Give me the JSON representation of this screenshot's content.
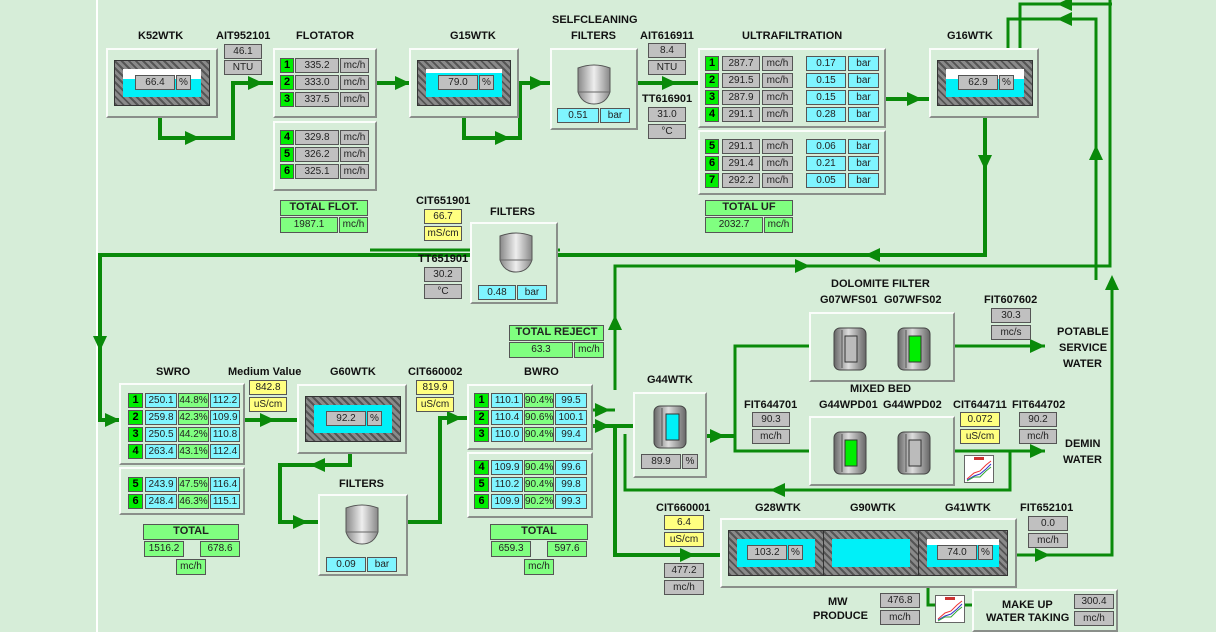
{
  "flotator_section": {
    "k52wtk": {
      "title": "K52WTK",
      "level": "66.4",
      "unit": "%"
    },
    "ait952101": {
      "title": "AIT952101",
      "value": "46.1",
      "unit": "NTU"
    },
    "flotator": {
      "title": "FLOTATOR",
      "rows": [
        {
          "n": "1",
          "v": "335.2",
          "u": "mc/h"
        },
        {
          "n": "2",
          "v": "333.0",
          "u": "mc/h"
        },
        {
          "n": "3",
          "v": "337.5",
          "u": "mc/h"
        },
        {
          "n": "4",
          "v": "329.8",
          "u": "mc/h"
        },
        {
          "n": "5",
          "v": "326.2",
          "u": "mc/h"
        },
        {
          "n": "6",
          "v": "325.1",
          "u": "mc/h"
        }
      ],
      "total_label": "TOTAL FLOT.",
      "total_value": "1987.1",
      "total_unit": "mc/h"
    }
  },
  "g15wtk": {
    "title": "G15WTK",
    "level": "79.0",
    "unit": "%"
  },
  "selfcleaning": {
    "title1": "SELFCLEANING",
    "title2": "FILTERS",
    "value": "0.51",
    "unit": "bar"
  },
  "ait616911": {
    "title": "AIT616911",
    "value": "8.4",
    "unit": "NTU"
  },
  "tt616901": {
    "title": "TT616901",
    "value": "31.0",
    "unit": "°C"
  },
  "uf": {
    "title": "ULTRAFILTRATION",
    "rows": [
      {
        "n": "1",
        "v": "287.7",
        "u": "mc/h",
        "p": "0.17",
        "pu": "bar"
      },
      {
        "n": "2",
        "v": "291.5",
        "u": "mc/h",
        "p": "0.15",
        "pu": "bar"
      },
      {
        "n": "3",
        "v": "287.9",
        "u": "mc/h",
        "p": "0.15",
        "pu": "bar"
      },
      {
        "n": "4",
        "v": "291.1",
        "u": "mc/h",
        "p": "0.28",
        "pu": "bar"
      },
      {
        "n": "5",
        "v": "291.1",
        "u": "mc/h",
        "p": "0.06",
        "pu": "bar"
      },
      {
        "n": "6",
        "v": "291.4",
        "u": "mc/h",
        "p": "0.21",
        "pu": "bar"
      },
      {
        "n": "7",
        "v": "292.2",
        "u": "mc/h",
        "p": "0.05",
        "pu": "bar"
      }
    ],
    "total_label": "TOTAL UF",
    "total_value": "2032.7",
    "total_unit": "mc/h"
  },
  "g16wtk": {
    "title": "G16WTK",
    "level": "62.9",
    "unit": "%"
  },
  "cit651901": {
    "title": "CIT651901",
    "value": "66.7",
    "unit": "mS/cm"
  },
  "tt651901": {
    "title": "TT651901",
    "value": "30.2",
    "unit": "°C"
  },
  "filters_mid": {
    "title": "FILTERS",
    "value": "0.48",
    "unit": "bar"
  },
  "total_reject": {
    "label": "TOTAL REJECT",
    "value": "63.3",
    "unit": "mc/h"
  },
  "swro": {
    "title": "SWRO",
    "rows": [
      {
        "n": "1",
        "a": "250.1",
        "r": "44.8%",
        "b": "112.2"
      },
      {
        "n": "2",
        "a": "259.8",
        "r": "42.3%",
        "b": "109.9"
      },
      {
        "n": "3",
        "a": "250.5",
        "r": "44.2%",
        "b": "110.8"
      },
      {
        "n": "4",
        "a": "263.4",
        "r": "43.1%",
        "b": "112.4"
      },
      {
        "n": "5",
        "a": "243.9",
        "r": "47.5%",
        "b": "116.4"
      },
      {
        "n": "6",
        "a": "248.4",
        "r": "46.3%",
        "b": "115.1"
      }
    ],
    "total_label": "TOTAL",
    "total_a": "1516.2",
    "total_b": "678.6",
    "total_unit": "mc/h"
  },
  "medium_value": {
    "title": "Medium Value",
    "value": "842.8",
    "unit": "uS/cm"
  },
  "g60wtk": {
    "title": "G60WTK",
    "level": "92.2",
    "unit": "%"
  },
  "filters_low": {
    "title": "FILTERS",
    "value": "0.09",
    "unit": "bar"
  },
  "cit660002": {
    "title": "CIT660002",
    "value": "819.9",
    "unit": "uS/cm"
  },
  "bwro": {
    "title": "BWRO",
    "rows": [
      {
        "n": "1",
        "a": "110.1",
        "r": "90.4%",
        "b": "99.5"
      },
      {
        "n": "2",
        "a": "110.4",
        "r": "90.6%",
        "b": "100.1"
      },
      {
        "n": "3",
        "a": "110.0",
        "r": "90.4%",
        "b": "99.4"
      },
      {
        "n": "4",
        "a": "109.9",
        "r": "90.4%",
        "b": "99.6"
      },
      {
        "n": "5",
        "a": "110.2",
        "r": "90.4%",
        "b": "99.8"
      },
      {
        "n": "6",
        "a": "109.9",
        "r": "90.2%",
        "b": "99.3"
      }
    ],
    "total_label": "TOTAL",
    "total_a": "659.3",
    "total_b": "597.6",
    "total_unit": "mc/h"
  },
  "g44wtk": {
    "title": "G44WTK",
    "level": "89.9",
    "unit": "%"
  },
  "dolomite": {
    "title": "DOLOMITE FILTER",
    "f1": "G07WFS01",
    "f2": "G07WFS02"
  },
  "fit607602": {
    "title": "FIT607602",
    "value": "30.3",
    "unit": "mc/s"
  },
  "potable": {
    "l1": "POTABLE",
    "l2": "SERVICE",
    "l3": "WATER"
  },
  "fit644701": {
    "title": "FIT644701",
    "value": "90.3",
    "unit": "mc/h"
  },
  "mixed_bed": {
    "title": "MIXED BED",
    "f1": "G44WPD01",
    "f2": "G44WPD02"
  },
  "cit644711": {
    "title": "CIT644711",
    "value": "0.072",
    "unit": "uS/cm"
  },
  "fit644702": {
    "title": "FIT644702",
    "value": "90.2",
    "unit": "mc/h"
  },
  "demin": {
    "l1": "DEMIN",
    "l2": "WATER"
  },
  "cit660001": {
    "title": "CIT660001",
    "value": "6.4",
    "unit": "uS/cm",
    "flow": "477.2",
    "flow_unit": "mc/h"
  },
  "g28wtk": {
    "title": "G28WTK",
    "level": "103.2",
    "unit": "%"
  },
  "g90wtk": {
    "title": "G90WTK"
  },
  "g41wtk": {
    "title": "G41WTK",
    "level": "74.0",
    "unit": "%"
  },
  "fit652101": {
    "title": "FIT652101",
    "value": "0.0",
    "unit": "mc/h"
  },
  "mw_produce": {
    "l1": "MW",
    "l2": "PRODUCE",
    "value": "476.8",
    "unit": "mc/h"
  },
  "makeup": {
    "l1": "MAKE UP",
    "l2": "WATER TAKING",
    "value": "300.4",
    "unit": "mc/h"
  },
  "colors": {
    "pipe": "#0a8a0a",
    "background": "#d6edd8",
    "water": "#00f0f8",
    "status_on": "#00ee00"
  }
}
